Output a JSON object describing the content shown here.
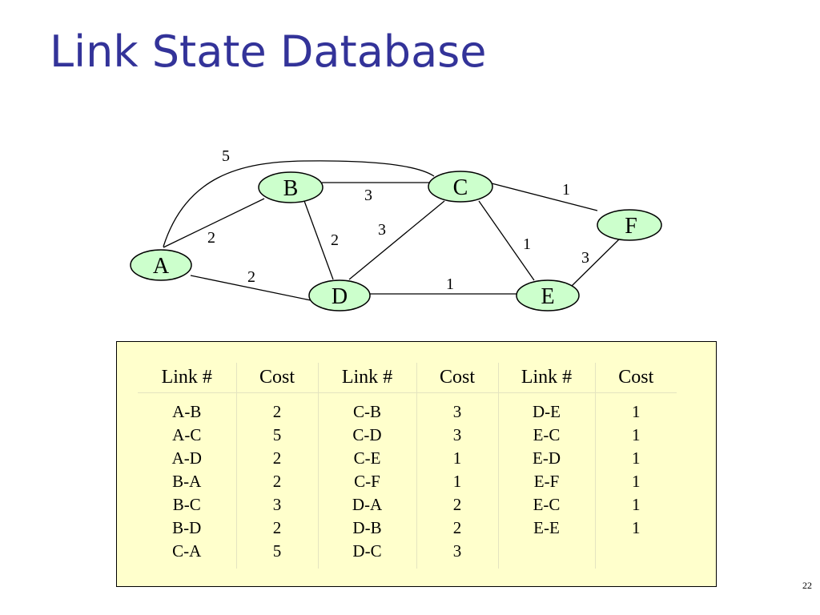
{
  "slide": {
    "title": "Link State Database",
    "page_number": "22"
  },
  "graph": {
    "nodes": [
      "A",
      "B",
      "C",
      "D",
      "E",
      "F"
    ],
    "edges": [
      {
        "from": "A",
        "to": "B",
        "cost": "2"
      },
      {
        "from": "A",
        "to": "C",
        "cost": "5"
      },
      {
        "from": "A",
        "to": "D",
        "cost": "2"
      },
      {
        "from": "B",
        "to": "C",
        "cost": "3"
      },
      {
        "from": "B",
        "to": "D",
        "cost": "2"
      },
      {
        "from": "C",
        "to": "D",
        "cost": "3"
      },
      {
        "from": "C",
        "to": "E",
        "cost": "1"
      },
      {
        "from": "C",
        "to": "F",
        "cost": "1"
      },
      {
        "from": "D",
        "to": "E",
        "cost": "1"
      },
      {
        "from": "E",
        "to": "F",
        "cost": "3"
      }
    ]
  },
  "table": {
    "headers": [
      "Link #",
      "Cost",
      "Link #",
      "Cost",
      "Link #",
      "Cost"
    ],
    "columns": [
      [
        "A-B",
        "A-C",
        "A-D",
        "B-A",
        "B-C",
        "B-D",
        "C-A"
      ],
      [
        "2",
        "5",
        "2",
        "2",
        "3",
        "2",
        "5"
      ],
      [
        "C-B",
        "C-D",
        "C-E",
        "C-F",
        "D-A",
        "D-B",
        "D-C"
      ],
      [
        "3",
        "3",
        "1",
        "1",
        "2",
        "2",
        "3"
      ],
      [
        "D-E",
        "E-C",
        "E-D",
        "E-F",
        "E-C",
        "E-E"
      ],
      [
        "1",
        "1",
        "1",
        "1",
        "1",
        "1"
      ]
    ]
  },
  "colors": {
    "title": "#333399",
    "node_fill": "#ccffcc",
    "table_background": "#ffffcc"
  }
}
